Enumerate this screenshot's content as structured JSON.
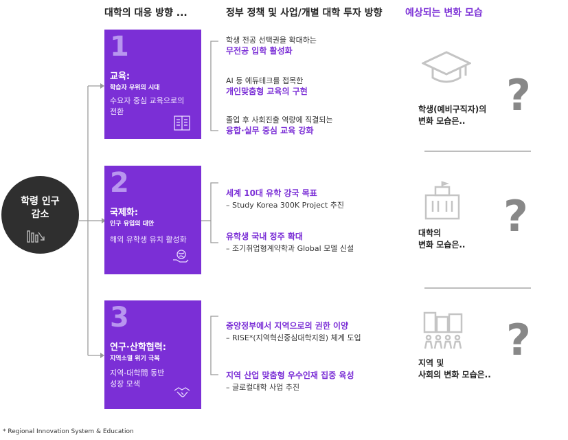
{
  "headers": {
    "response": "대학의 대응 방향 ...",
    "policy": "정부 정책 및 사업/개별 대학 투자 방향",
    "expected": "예상되는 변화 모습"
  },
  "center": {
    "title_line1": "학령 인구",
    "title_line2": "감소",
    "icon": "declining-bar-chart-icon"
  },
  "boxes": [
    {
      "number": "1",
      "title": "교육:",
      "subtitle": "학습자 우위의 시대",
      "desc_line1": "수요자 중심 교육으로의",
      "desc_line2": "전환",
      "icon": "book-icon"
    },
    {
      "number": "2",
      "title": "국제화:",
      "subtitle": "인구 유입의 대안",
      "desc_line1": "해외 유학생 유치 활성화",
      "desc_line2": "",
      "icon": "globe-in-hand-icon"
    },
    {
      "number": "3",
      "title": "연구·산학협력:",
      "subtitle": "지역소멸 위기 극복",
      "desc_line1": "지역-대학問 동반",
      "desc_line2": "성장 모색",
      "icon": "handshake-icon"
    }
  ],
  "policies": {
    "p1a_lead": "학생 전공 선택권을 확대하는",
    "p1a_head": "무전공 입학 활성화",
    "p1b_lead": "AI 등 에듀테크를 접목한",
    "p1b_head": "개인맞춤형 교육의 구현",
    "p1c_lead": "졸업 후 사회진출 역량에 직결되는",
    "p1c_head": "융합·실무 중심 교육 강화",
    "p2a_head": "세계 10대 유학 강국 목표",
    "p2a_sub": "–  Study Korea 300K Project 추진",
    "p2b_head": "유학생 국내 정주 확대",
    "p2b_sub": "–  조기취업형계약학과 Global 모델 신설",
    "p3a_head": "중앙정부에서 지역으로의 권한 이양",
    "p3a_sub": "–  RISE*(지역혁신중심대학지원) 체계 도입",
    "p3b_head": "지역 산업 맞춤형 우수인재 집중 육성",
    "p3b_sub": "–  글로컬대학 사업 추진"
  },
  "results": [
    {
      "line1": "학생(예비구직자)의",
      "line2": "변화 모습은..",
      "icon": "graduation-cap-icon"
    },
    {
      "line1": "대학의",
      "line2": "변화 모습은..",
      "icon": "university-building-icon"
    },
    {
      "line1": "지역 및",
      "line2": "사회의 변화 모습은..",
      "icon": "city-people-icon"
    }
  ],
  "question_mark": "?",
  "footnote": "* Regional Innovation System & Education",
  "colors": {
    "purple": "#7b2fd6",
    "dark": "#2f2f2f",
    "gray": "#bdbdbd"
  }
}
